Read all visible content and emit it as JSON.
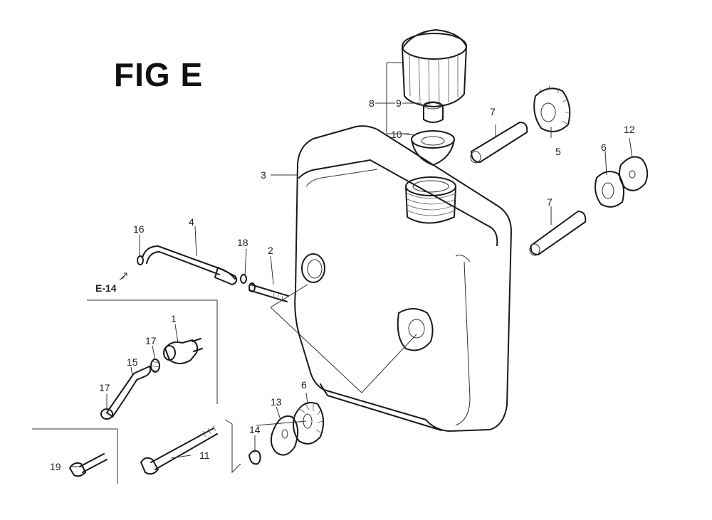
{
  "figure": {
    "title": "FIG E",
    "reference": "E-14"
  },
  "callouts": [
    "1",
    "2",
    "3",
    "4",
    "5",
    "6",
    "6",
    "7",
    "7",
    "8",
    "9",
    "10",
    "11",
    "12",
    "13",
    "14",
    "15",
    "16",
    "17",
    "17",
    "18",
    "19"
  ]
}
